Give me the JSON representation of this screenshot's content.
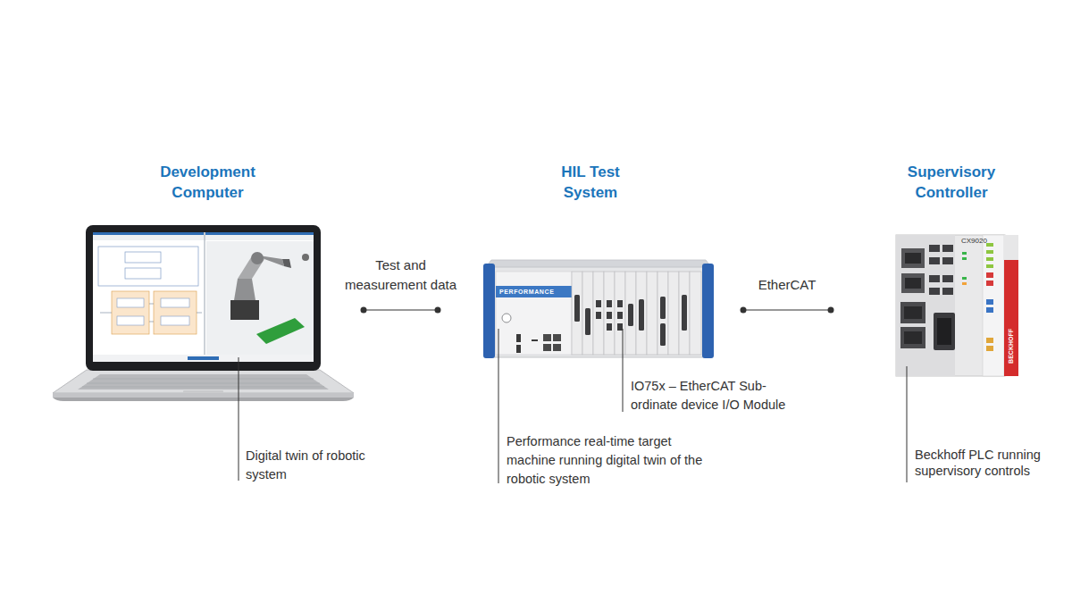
{
  "diagram": {
    "nodes": [
      {
        "text": [
          "Development Computer"
        ]
      },
      {
        "text": [
          "HIL Test System"
        ]
      },
      {
        "text": [
          "Supervisory Controller"
        ]
      }
    ],
    "edges": [
      {
        "from": 0,
        "to": 1,
        "arrow": "none",
        "label": "Test and measurement data"
      },
      {
        "from": 1,
        "to": 2,
        "arrow": "none",
        "label": "EtherCAT"
      }
    ],
    "labels": [
      "Digital twin of robotic system",
      "Performance real-time target machine running digital twin of the robotic system",
      "IO75x – EtherCAT Sub- ordinate device I/O Module",
      "Beckhoff PLC running supervisory controls",
      "PERFORMANCE",
      "CX9020",
      "BECKHOFF"
    ]
  }
}
